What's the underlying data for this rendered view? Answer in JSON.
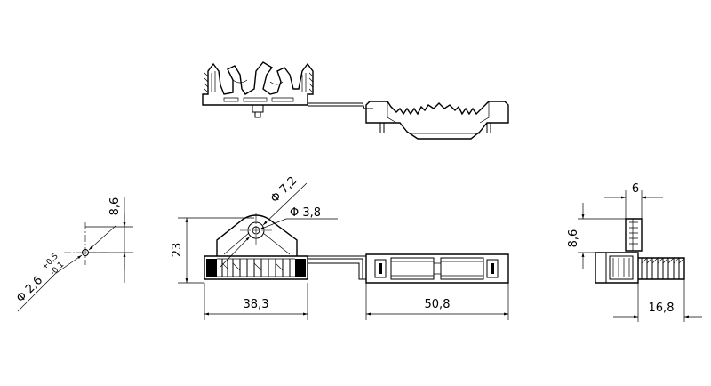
{
  "dimensions": {
    "dim_8_6_left": "8,6",
    "dim_2_6": "Φ 2,6",
    "dim_2_6_tol_upper": "+0,5",
    "dim_2_6_tol_lower": "-0,1",
    "dim_23": "23",
    "dim_7_2": "Φ 7,2",
    "dim_3_8": "Φ 3,8",
    "dim_38_3": "38,3",
    "dim_50_8": "50,8",
    "dim_6": "6",
    "dim_8_6_right": "8,6",
    "dim_16_8": "16,8"
  }
}
